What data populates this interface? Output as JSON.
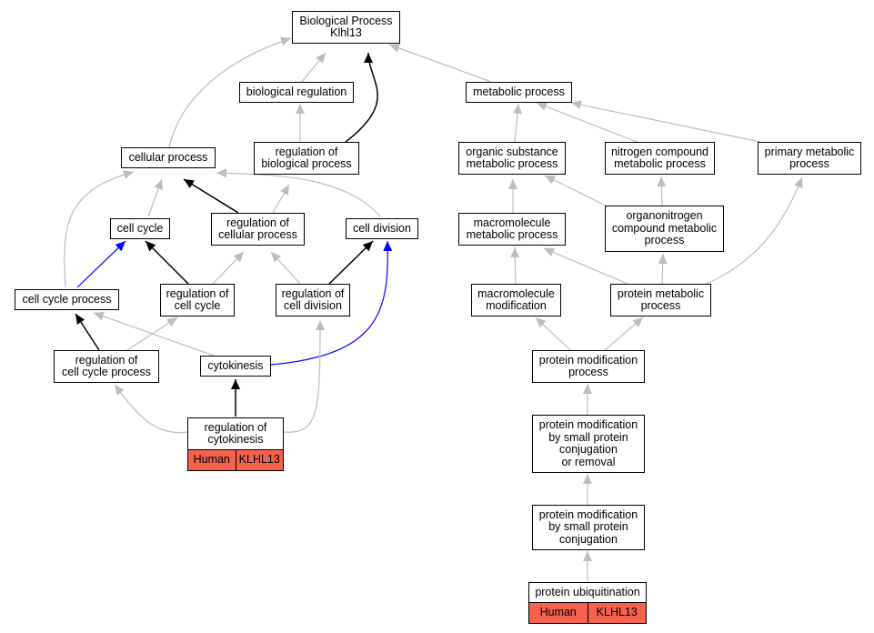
{
  "colors": {
    "gray_edge": "#bdbdbd",
    "black_edge": "#000000",
    "blue_edge": "#0000ff",
    "annotation_fill": "#f4614d"
  },
  "nodes": {
    "bp": "Biological Process\nKlhl13",
    "bioreg": "biological regulation",
    "metab": "metabolic process",
    "cellproc": "cellular process",
    "regbio": "regulation of\nbiological process",
    "orgsub": "organic substance\nmetabolic process",
    "nitro": "nitrogen compound\nmetabolic process",
    "primary": "primary metabolic\nprocess",
    "cellcycle": "cell cycle",
    "regcell": "regulation of\ncellular process",
    "celldiv": "cell division",
    "macro": "macromolecule\nmetabolic process",
    "organo": "organonitrogen\ncompound metabolic\nprocess",
    "ccproc": "cell cycle process",
    "regcc": "regulation of\ncell cycle",
    "regdiv": "regulation of\ncell division",
    "macromod": "macromolecule\nmodification",
    "protmet": "protein metabolic\nprocess",
    "regccp": "regulation of\ncell cycle process",
    "cytok": "cytokinesis",
    "protmod": "protein modification\nprocess",
    "regcyto": "regulation of\ncytokinesis",
    "pmsmall": "protein modification\nby small protein\nconjugation\nor removal",
    "pmconj": "protein modification\nby small protein\nconjugation",
    "ubiq": "protein ubiquitination"
  },
  "annotations": {
    "regcyto": {
      "species": "Human",
      "gene": "KLHL13"
    },
    "ubiq": {
      "species": "Human",
      "gene": "KLHL13"
    }
  }
}
